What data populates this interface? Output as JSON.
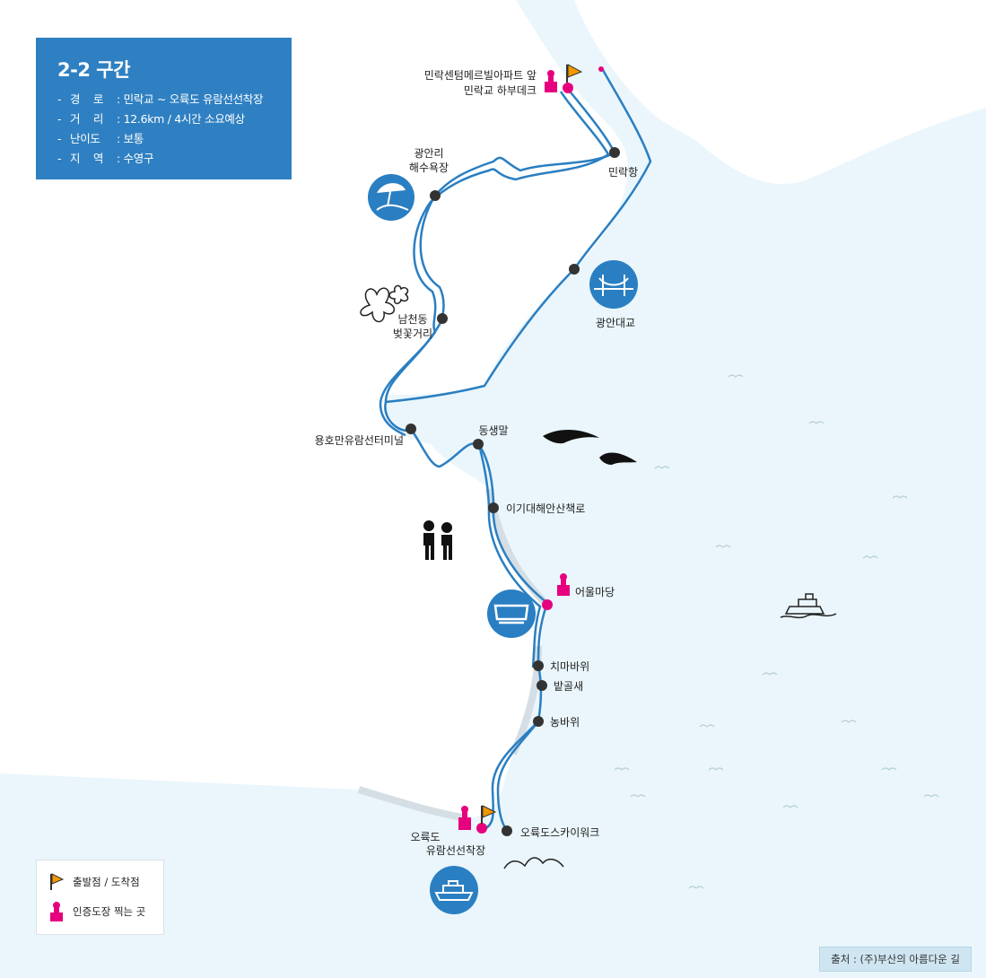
{
  "section": {
    "title": "2-2 구간",
    "rows": [
      {
        "key": "경    로",
        "value": "민락교 ~ 오륙도 유람선선착장"
      },
      {
        "key": "거    리",
        "value": "12.6km / 4시간 소요예상"
      },
      {
        "key": "난이도",
        "value": "보통"
      },
      {
        "key": "지    역",
        "value": "수영구"
      }
    ]
  },
  "places": {
    "start": [
      "민락센텀메르빌아파트 앞",
      "민락교 하부데크"
    ],
    "minlak_port": "민락항",
    "gwangalli": [
      "광안리",
      "해수욕장"
    ],
    "gwangan_bridge": "광안대교",
    "namcheon": [
      "남천동",
      "벚꽃거리"
    ],
    "yongho": "용호만유람선터미널",
    "dongsaengmal": "동생말",
    "igidae": "이기대해안산책로",
    "eoulmadang": "어울마당",
    "chimabawi": "치마바위",
    "batgolsae": "밭골새",
    "nongbawi": "농바위",
    "end": [
      "오륙도",
      "유람선선착장"
    ],
    "skywalk": "오륙도스카이워크"
  },
  "legend": {
    "flag_label": "출발점 / 도착점",
    "stamp_label": "인증도장 찍는 곳"
  },
  "source": "출처 : (주)부산의 아름다운 길",
  "colors": {
    "sea": "#eaf6fb",
    "land": "#ffffff",
    "route": "#2a7fc2",
    "panel": "#2f80c2",
    "stamp": "#e6007e",
    "flag": "#f39800"
  }
}
